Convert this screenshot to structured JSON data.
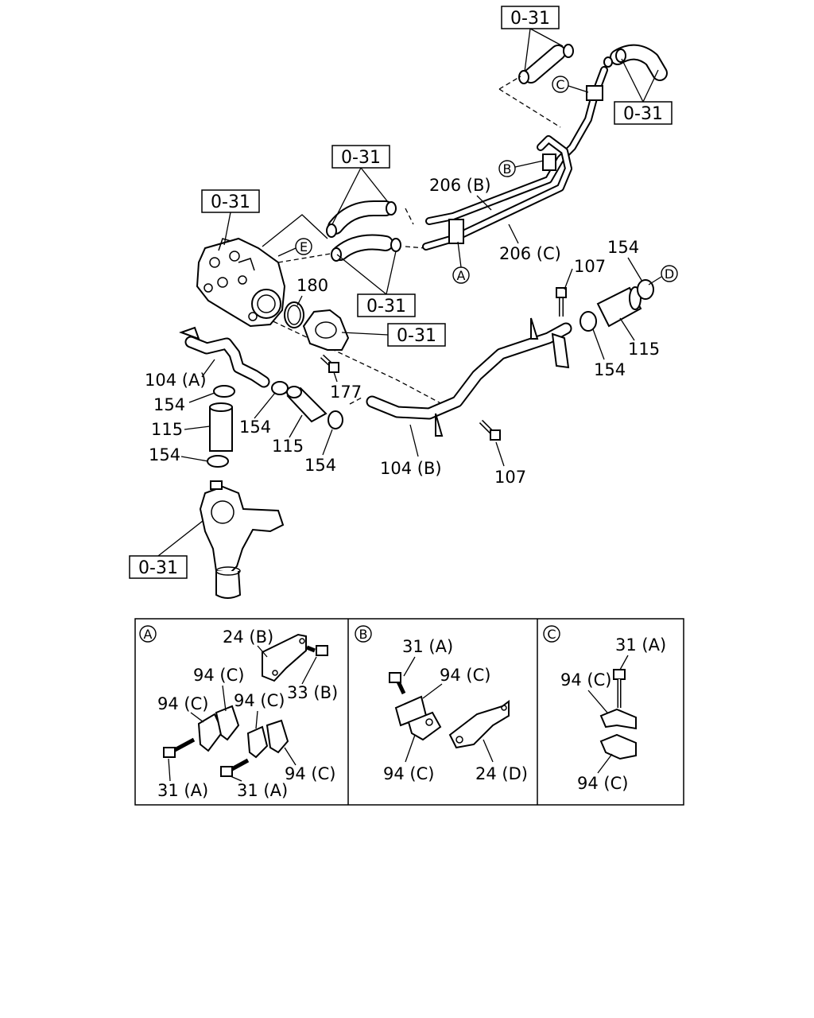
{
  "ref_boxes": [
    "0-31",
    "0-31",
    "0-31",
    "0-31",
    "0-31",
    "0-31",
    "0-31"
  ],
  "callouts": {
    "c206b": "206 (B)",
    "c206c": "206 (C)",
    "c180": "180",
    "c107a": "107",
    "c154a": "154",
    "c115a": "115",
    "c154b": "154",
    "c104a": "104 (A)",
    "c154c": "154",
    "c115b": "115",
    "c154d": "154",
    "c154e": "154",
    "c115c": "115",
    "c154f": "154",
    "c177": "177",
    "c104b": "104 (B)",
    "c107b": "107"
  },
  "circle_refs": {
    "a": "A",
    "b": "B",
    "c": "C",
    "d": "D",
    "e": "E"
  },
  "detail_a": {
    "marker": "A",
    "labels": [
      "24 (B)",
      "33 (B)",
      "94 (C)",
      "94 (C)",
      "94 (C)",
      "94 (C)",
      "31 (A)",
      "31 (A)"
    ]
  },
  "detail_b": {
    "marker": "B",
    "labels": [
      "31 (A)",
      "94 (C)",
      "94 (C)",
      "24 (D)"
    ]
  },
  "detail_c": {
    "marker": "C",
    "labels": [
      "31 (A)",
      "94 (C)",
      "94 (C)"
    ]
  }
}
